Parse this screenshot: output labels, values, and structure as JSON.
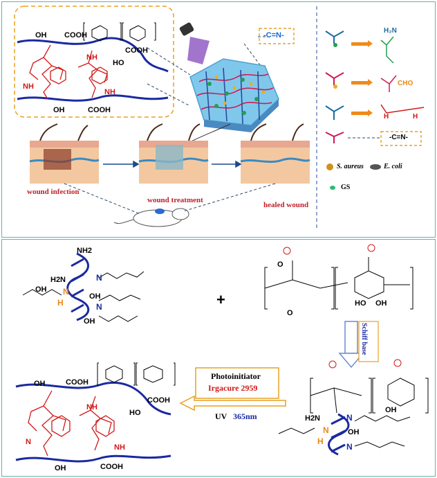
{
  "top_panel": {
    "chem_labels": {
      "oh1": "OH",
      "cooh1": "COOH",
      "cooh2": "COOH",
      "ho": "HO",
      "nh1": "NH",
      "nh2": "NH",
      "nh3": "NH",
      "oh2": "OH",
      "cooh3": "COOH"
    },
    "imine_box": "-C=N-",
    "stages": [
      "wound infection",
      "wound  treatment",
      "healed wound"
    ],
    "legend": {
      "imine": "-C=N-",
      "s_aureus": "S. aureus",
      "e_coli": "E. coli",
      "gs": "GS",
      "h2n": "H₂N",
      "cho": "CHO",
      "h1": "H",
      "h2": "H"
    }
  },
  "bottom_panel": {
    "left_mol": {
      "nh2": "NH2",
      "h2n": "H2N",
      "n1": "N",
      "n2": "N",
      "h": "H",
      "oh1": "OH",
      "oh2": "OH",
      "n3": "N",
      "oh3": "OH"
    },
    "plus": "+",
    "schiff": "Schiff base",
    "photo_title": "Photoinitiator",
    "photo_name": "Irgacure 2959",
    "uv": "UV",
    "uv_wl": "365nm",
    "right_mol": {
      "o1": "O",
      "o2": "O",
      "oh1": "HO",
      "oh2": "OH",
      "oh3": "OH",
      "h2n": "H2N",
      "n1": "N",
      "n2": "N",
      "h": "H",
      "oh4": "OH",
      "n3": "N"
    },
    "product": {
      "oh1": "OH",
      "cooh1": "COOH",
      "cooh2": "COOH",
      "ho": "HO",
      "nh1": "NH",
      "n1": "N",
      "nh2": "NH",
      "oh2": "OH",
      "cooh3": "COOH"
    }
  },
  "colors": {
    "border": "#5fb3a8",
    "blue_chain": "#1a2aa0",
    "red_chain": "#d01818",
    "orange": "#e8a020",
    "hydrogel": "#7fc8ec"
  }
}
